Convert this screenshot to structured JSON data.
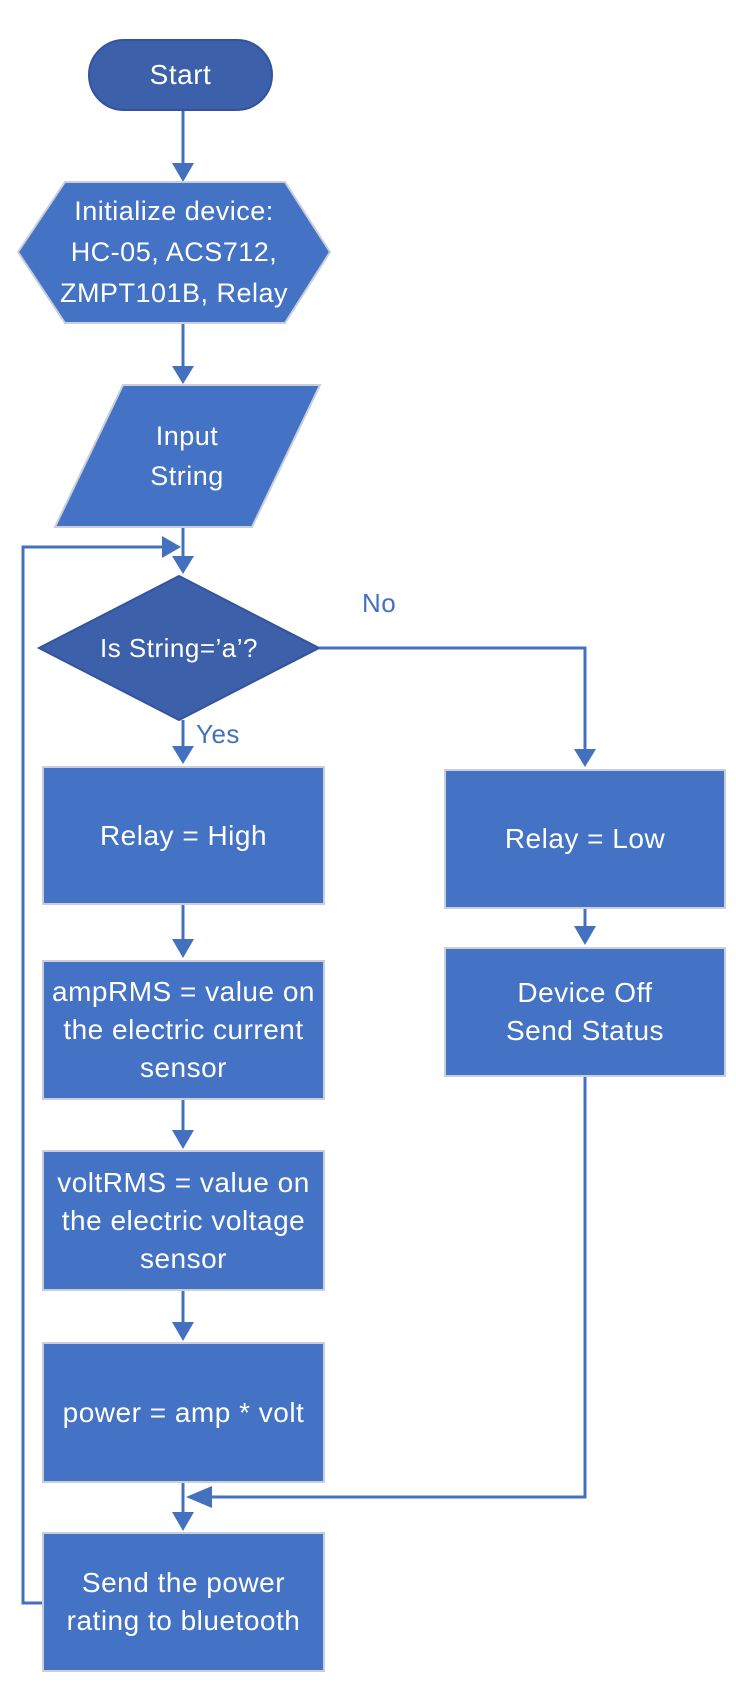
{
  "colors": {
    "background": "#FFFFFF",
    "process_fill": "#4472C4",
    "dark_fill": "#3D60AA",
    "dark_border": "#33539E",
    "shape_border": "#C9CED8",
    "line": "#4471BD",
    "text": "#FFFFFF"
  },
  "flowchart": {
    "nodes": {
      "start": {
        "type": "terminator",
        "label": "Start"
      },
      "init": {
        "type": "preparation",
        "label": "Initialize device:\nHC-05, ACS712,\nZMPT101B, Relay"
      },
      "input": {
        "type": "input-output",
        "label": "Input\nString"
      },
      "decision": {
        "type": "decision",
        "label": "Is String=’a’?"
      },
      "relay_high": {
        "type": "process",
        "label": "Relay = High"
      },
      "amp_rms": {
        "type": "process",
        "label": "ampRMS = value on\nthe electric current\nsensor"
      },
      "volt_rms": {
        "type": "process",
        "label": "voltRMS = value on\nthe electric voltage\nsensor"
      },
      "power": {
        "type": "process",
        "label": "power = amp * volt"
      },
      "send_power": {
        "type": "process",
        "label": "Send the power\nrating to bluetooth"
      },
      "relay_low": {
        "type": "process",
        "label": "Relay = Low"
      },
      "device_off": {
        "type": "process",
        "label": "Device Off\nSend Status"
      }
    },
    "edge_labels": {
      "yes": "Yes",
      "no": "No"
    }
  }
}
